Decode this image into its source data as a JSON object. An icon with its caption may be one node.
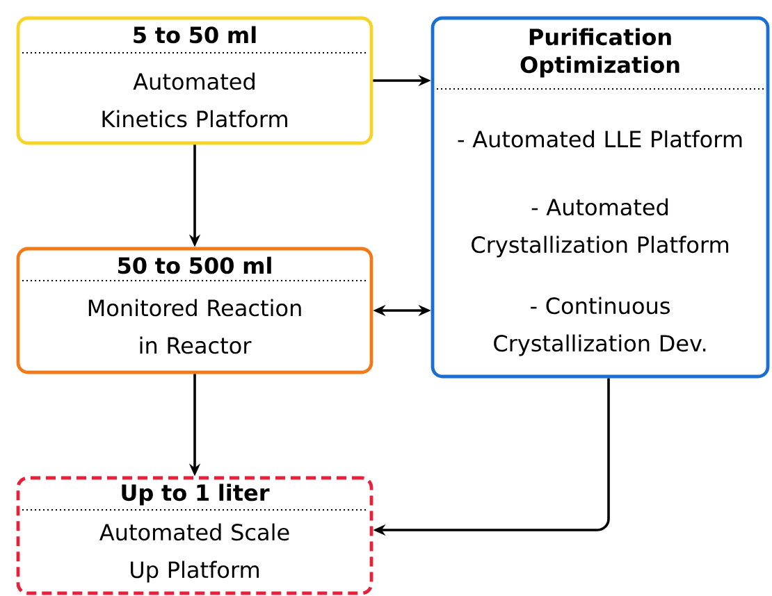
{
  "diagram": {
    "nodes": [
      {
        "text": [
          "5 to 50 ml",
          "Automated Kinetics Platform"
        ]
      },
      {
        "text": [
          "Purification Optimization",
          "- Automated LLE Platform",
          "- Automated Crystallization Platform",
          "- Continuous Crystallization Dev."
        ]
      },
      {
        "text": [
          "50 to 500 ml",
          "Monitored Reaction in Reactor"
        ]
      },
      {
        "text": [
          "Up to 1 liter",
          "Automated Scale Up Platform"
        ]
      }
    ],
    "edges": [
      {
        "from": 0,
        "to": 1,
        "arrow": "to"
      },
      {
        "from": 0,
        "to": 2,
        "arrow": "to"
      },
      {
        "from": 2,
        "to": 1,
        "arrow": "both"
      },
      {
        "from": 2,
        "to": 3,
        "arrow": "to"
      },
      {
        "from": 1,
        "to": 3,
        "arrow": "to"
      }
    ]
  }
}
